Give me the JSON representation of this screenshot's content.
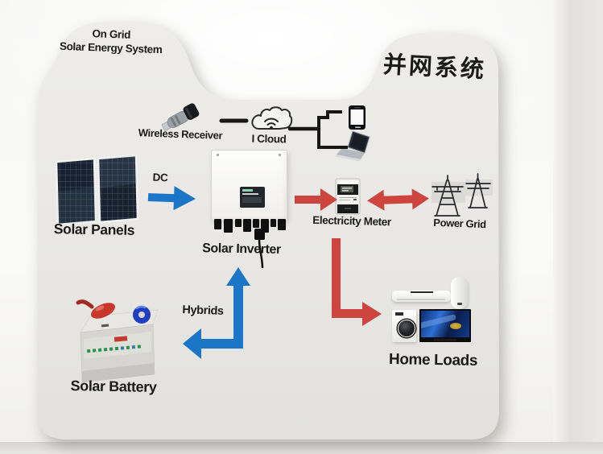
{
  "titles": {
    "left_line1": "On Grid",
    "left_line2": "Solar Energy System",
    "right_cn": "并网系统"
  },
  "nodes": {
    "wireless_receiver": "Wireless Receiver",
    "icloud": "I Cloud",
    "solar_panels": "Solar Panels",
    "solar_inverter": "Solar Inverter",
    "electricity_meter": "Electricity Meter",
    "power_grid": "Power Grid",
    "home_loads": "Home Loads",
    "solar_battery": "Solar Battery"
  },
  "flows": {
    "dc": "DC",
    "hybrids": "Hybrids"
  },
  "colors": {
    "arrow_blue": "#1c76c8",
    "arrow_red": "#ce453f",
    "board_fill": "#eae9e6",
    "ink": "#1b1b1b"
  }
}
